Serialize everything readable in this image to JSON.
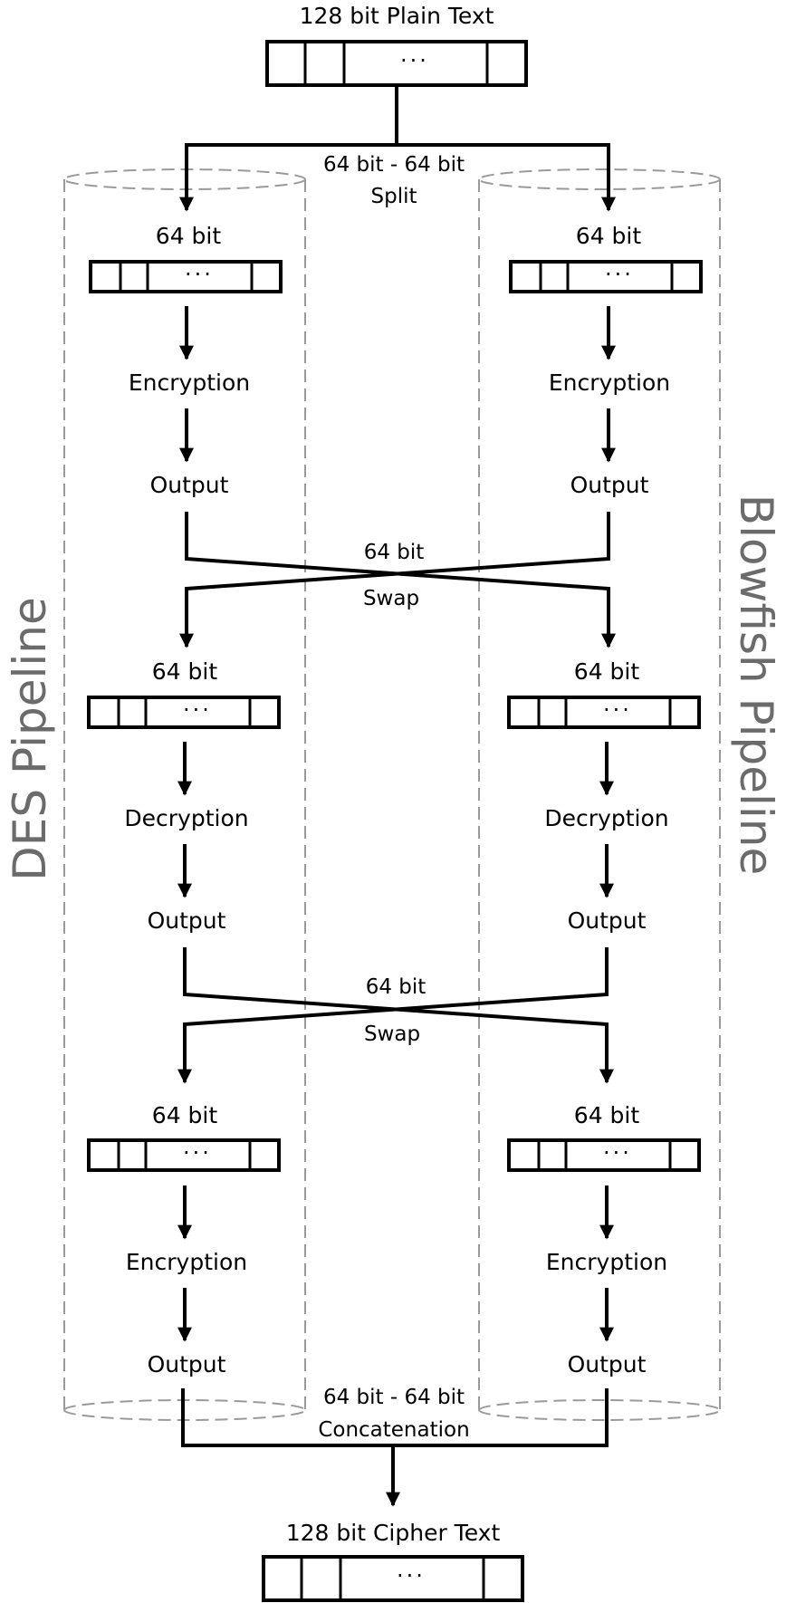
{
  "top": {
    "label": "128 bit Plain Text",
    "dots": "···"
  },
  "split": {
    "line1": "64 bit - 64 bit",
    "line2": "Split"
  },
  "left_pipeline": {
    "name": "DES Pipeline",
    "stage1": {
      "block": "64 bit",
      "dots": "···",
      "op": "Encryption",
      "out": "Output"
    },
    "stage2": {
      "block": "64 bit",
      "dots": "···",
      "op": "Decryption",
      "out": "Output"
    },
    "stage3": {
      "block": "64 bit",
      "dots": "···",
      "op": "Encryption",
      "out": "Output"
    }
  },
  "right_pipeline": {
    "name": "Blowfish Pipeline",
    "stage1": {
      "block": "64 bit",
      "dots": "···",
      "op": "Encryption",
      "out": "Output"
    },
    "stage2": {
      "block": "64 bit",
      "dots": "···",
      "op": "Decryption",
      "out": "Output"
    },
    "stage3": {
      "block": "64 bit",
      "dots": "···",
      "op": "Encryption",
      "out": "Output"
    }
  },
  "swap1": {
    "line1": "64 bit",
    "line2": "Swap"
  },
  "swap2": {
    "line1": "64 bit",
    "line2": "Swap"
  },
  "concat": {
    "line1": "64 bit - 64 bit",
    "line2": "Concatenation"
  },
  "bottom": {
    "label": "128 bit Cipher Text",
    "dots": "···"
  }
}
